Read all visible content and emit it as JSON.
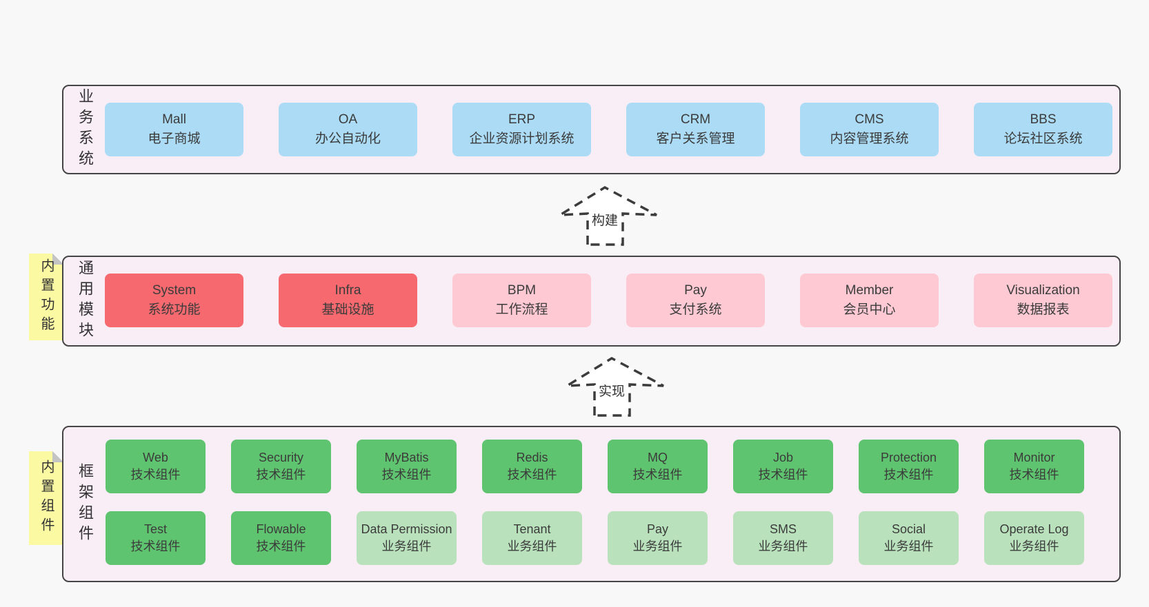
{
  "colors": {
    "page_bg": "#f8f8f8",
    "panel_bg": "#f9edf6",
    "panel_border": "#454545",
    "blue_box": "#abdbf5",
    "red_box": "#f5696f",
    "pink_box": "#fec9d3",
    "green_box": "#5fc46f",
    "light_green_box": "#b9e2bc",
    "sticky_note": "#fbf9a1"
  },
  "panels": {
    "business": {
      "label": "业务系统",
      "boxes": [
        {
          "title": "Mall",
          "subtitle": "电子商城"
        },
        {
          "title": "OA",
          "subtitle": "办公自动化"
        },
        {
          "title": "ERP",
          "subtitle": "企业资源计划系统"
        },
        {
          "title": "CRM",
          "subtitle": "客户关系管理"
        },
        {
          "title": "CMS",
          "subtitle": "内容管理系统"
        },
        {
          "title": "BBS",
          "subtitle": "论坛社区系统"
        }
      ]
    },
    "modules": {
      "label": "通用模块",
      "sticky": "内置功能",
      "boxes": [
        {
          "title": "System",
          "subtitle": "系统功能",
          "variant": "red"
        },
        {
          "title": "Infra",
          "subtitle": "基础设施",
          "variant": "red"
        },
        {
          "title": "BPM",
          "subtitle": "工作流程",
          "variant": "pink"
        },
        {
          "title": "Pay",
          "subtitle": "支付系统",
          "variant": "pink"
        },
        {
          "title": "Member",
          "subtitle": "会员中心",
          "variant": "pink"
        },
        {
          "title": "Visualization",
          "subtitle": "数据报表",
          "variant": "pink"
        }
      ]
    },
    "components": {
      "label": "框架组件",
      "sticky": "内置组件",
      "row1": [
        {
          "title": "Web",
          "subtitle": "技术组件",
          "variant": "green"
        },
        {
          "title": "Security",
          "subtitle": "技术组件",
          "variant": "green"
        },
        {
          "title": "MyBatis",
          "subtitle": "技术组件",
          "variant": "green"
        },
        {
          "title": "Redis",
          "subtitle": "技术组件",
          "variant": "green"
        },
        {
          "title": "MQ",
          "subtitle": "技术组件",
          "variant": "green"
        },
        {
          "title": "Job",
          "subtitle": "技术组件",
          "variant": "green"
        },
        {
          "title": "Protection",
          "subtitle": "技术组件",
          "variant": "green"
        },
        {
          "title": "Monitor",
          "subtitle": "技术组件",
          "variant": "green"
        }
      ],
      "row2": [
        {
          "title": "Test",
          "subtitle": "技术组件",
          "variant": "green"
        },
        {
          "title": "Flowable",
          "subtitle": "技术组件",
          "variant": "green"
        },
        {
          "title": "Data Permission",
          "subtitle": "业务组件",
          "variant": "lightgreen"
        },
        {
          "title": "Tenant",
          "subtitle": "业务组件",
          "variant": "lightgreen"
        },
        {
          "title": "Pay",
          "subtitle": "业务组件",
          "variant": "lightgreen"
        },
        {
          "title": "SMS",
          "subtitle": "业务组件",
          "variant": "lightgreen"
        },
        {
          "title": "Social",
          "subtitle": "业务组件",
          "variant": "lightgreen"
        },
        {
          "title": "Operate Log",
          "subtitle": "业务组件",
          "variant": "lightgreen"
        }
      ]
    }
  },
  "arrows": [
    {
      "label": "构建"
    },
    {
      "label": "实现"
    }
  ]
}
